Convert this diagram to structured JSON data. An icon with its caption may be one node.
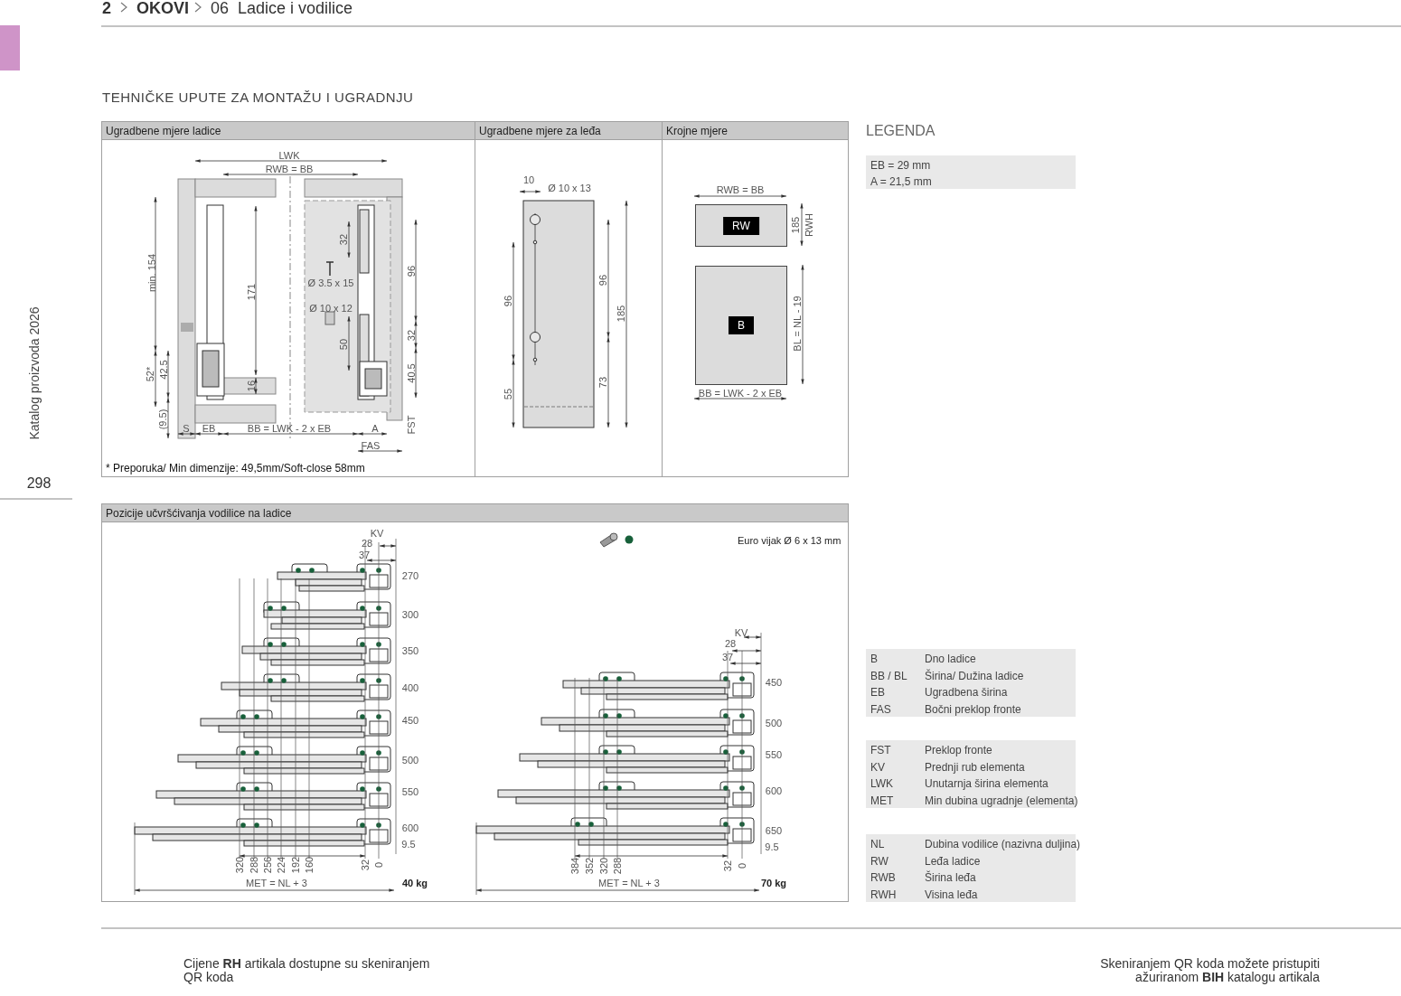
{
  "diagram": {
    "title": "TEHNIČKE UPUTE ZA MONTAŽU I UGRADNJU",
    "nodes": [
      {
        "text": [
          "Ugradbene mjere ladice",
          "* Preporuka/ Min dimenzije: 49,5mm/Soft-close 58mm"
        ]
      },
      {
        "text": [
          "Ugradbene mjere za leđa"
        ]
      },
      {
        "text": [
          "Krojne mjere"
        ]
      },
      {
        "text": [
          "RW"
        ],
        "in": 2
      },
      {
        "text": [
          "B"
        ],
        "in": 2
      },
      {
        "text": [
          "Pozicije učvršćivanja vodilice na ladice"
        ]
      },
      {
        "text": [
          "EB = 29 mm",
          "A = 21,5 mm"
        ]
      },
      {
        "text": [
          "B",
          "Dno ladice",
          "BB / BL",
          "Širina/ Dužina ladice",
          "EB",
          "Ugradbena širina",
          "FAS",
          "Bočni preklop fronte"
        ]
      },
      {
        "text": [
          "FST",
          "Preklop fronte",
          "KV",
          "Prednji rub elementa",
          "LWK",
          "Unutarnja širina elementa",
          "MET",
          "Min dubina ugradnje (elementa)"
        ]
      },
      {
        "text": [
          "NL",
          "Dubina vodilice (nazivna duljina)",
          "RW",
          "Leđa ladice",
          "RWB",
          "Širina leđa",
          "RWH",
          "Visina leđa"
        ]
      }
    ],
    "labels": [
      "2",
      "OKOVI",
      "06",
      "Ladice i vodilice",
      "Katalog proizvoda 2026",
      "298",
      "LEGENDA",
      "LWK",
      "RWB = BB",
      "min. 154",
      "171",
      "32",
      "Ø 3.5 x 15",
      "Ø 10 x 12",
      "96",
      "50",
      "32",
      "52*",
      "42.5",
      "16",
      "40.5",
      "(9.5)",
      "S",
      "EB",
      "BB = LWK - 2 x EB",
      "A",
      "FST",
      "FAS",
      "10",
      "Ø 10 x 13",
      "96",
      "96",
      "185",
      "55",
      "73",
      "RWB = BB",
      "185",
      "RWH",
      "BL = NL - 19",
      "BB = LWK - 2 x EB",
      "KV",
      "28",
      "37",
      "270",
      "300",
      "350",
      "400",
      "450",
      "500",
      "550",
      "600",
      "9.5",
      "320",
      "288",
      "256",
      "224",
      "192",
      "160",
      "32",
      "0",
      "MET = NL + 3",
      "40  kg",
      "KV",
      "28",
      "37",
      "450",
      "500",
      "550",
      "600",
      "650",
      "9.5",
      "384",
      "352",
      "320",
      "288",
      "32",
      "0",
      "MET = NL + 3",
      "70  kg",
      "Cijene **RH** artikala dostupne su skeniranjem QR koda",
      "Skeniranjem QR koda možete pristupiti ažuriranom **BIH** katalogu artikala"
    ],
    "legend": [
      {
        "text": "Euro vijak Ø 6 x 13 mm"
      }
    ]
  }
}
